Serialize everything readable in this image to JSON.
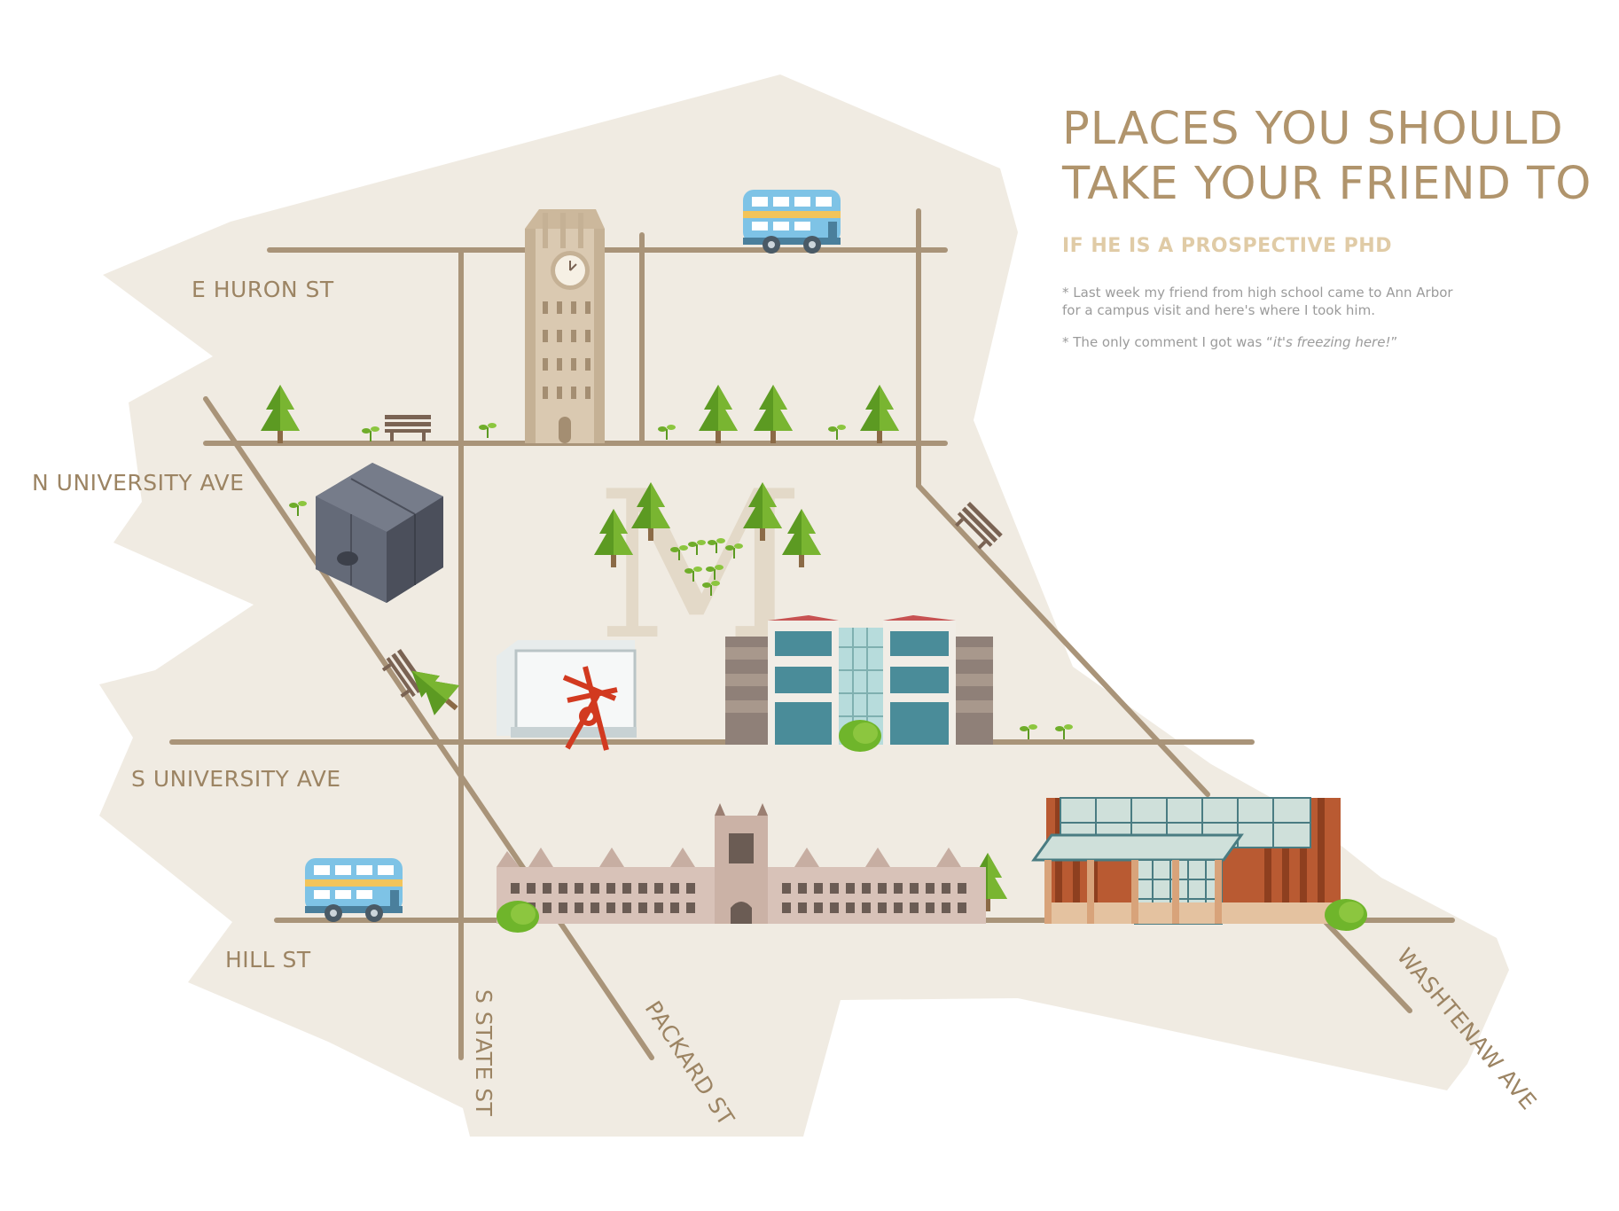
{
  "title": {
    "line1": "PLACES YOU SHOULD",
    "line2": "TAKE YOUR FRIEND TO",
    "subtitle": "IF HE IS A PROSPECTIVE PHD"
  },
  "notes": {
    "note1": "* Last week my friend from high school came to Ann Arbor for a campus visit and here's where I took him.",
    "note2_prefix": "* The only comment I got was “",
    "note2_quote": "it's freezing here!",
    "note2_suffix": "”"
  },
  "streets": {
    "e_huron": "E HURON ST",
    "n_university": "N UNIVERSITY AVE",
    "s_university": "S UNIVERSITY AVE",
    "hill": "HILL ST",
    "s_state": "S STATE ST",
    "packard": "PACKARD ST",
    "washtenaw": "WASHTENAW AVE"
  },
  "map_letter": "M",
  "colors": {
    "land": "#f0ebe2",
    "road": "#a99479",
    "title": "#b0946c",
    "subtitle": "#e0cba6",
    "tree": "#5c9a22",
    "bus": "#7ec3e6"
  }
}
